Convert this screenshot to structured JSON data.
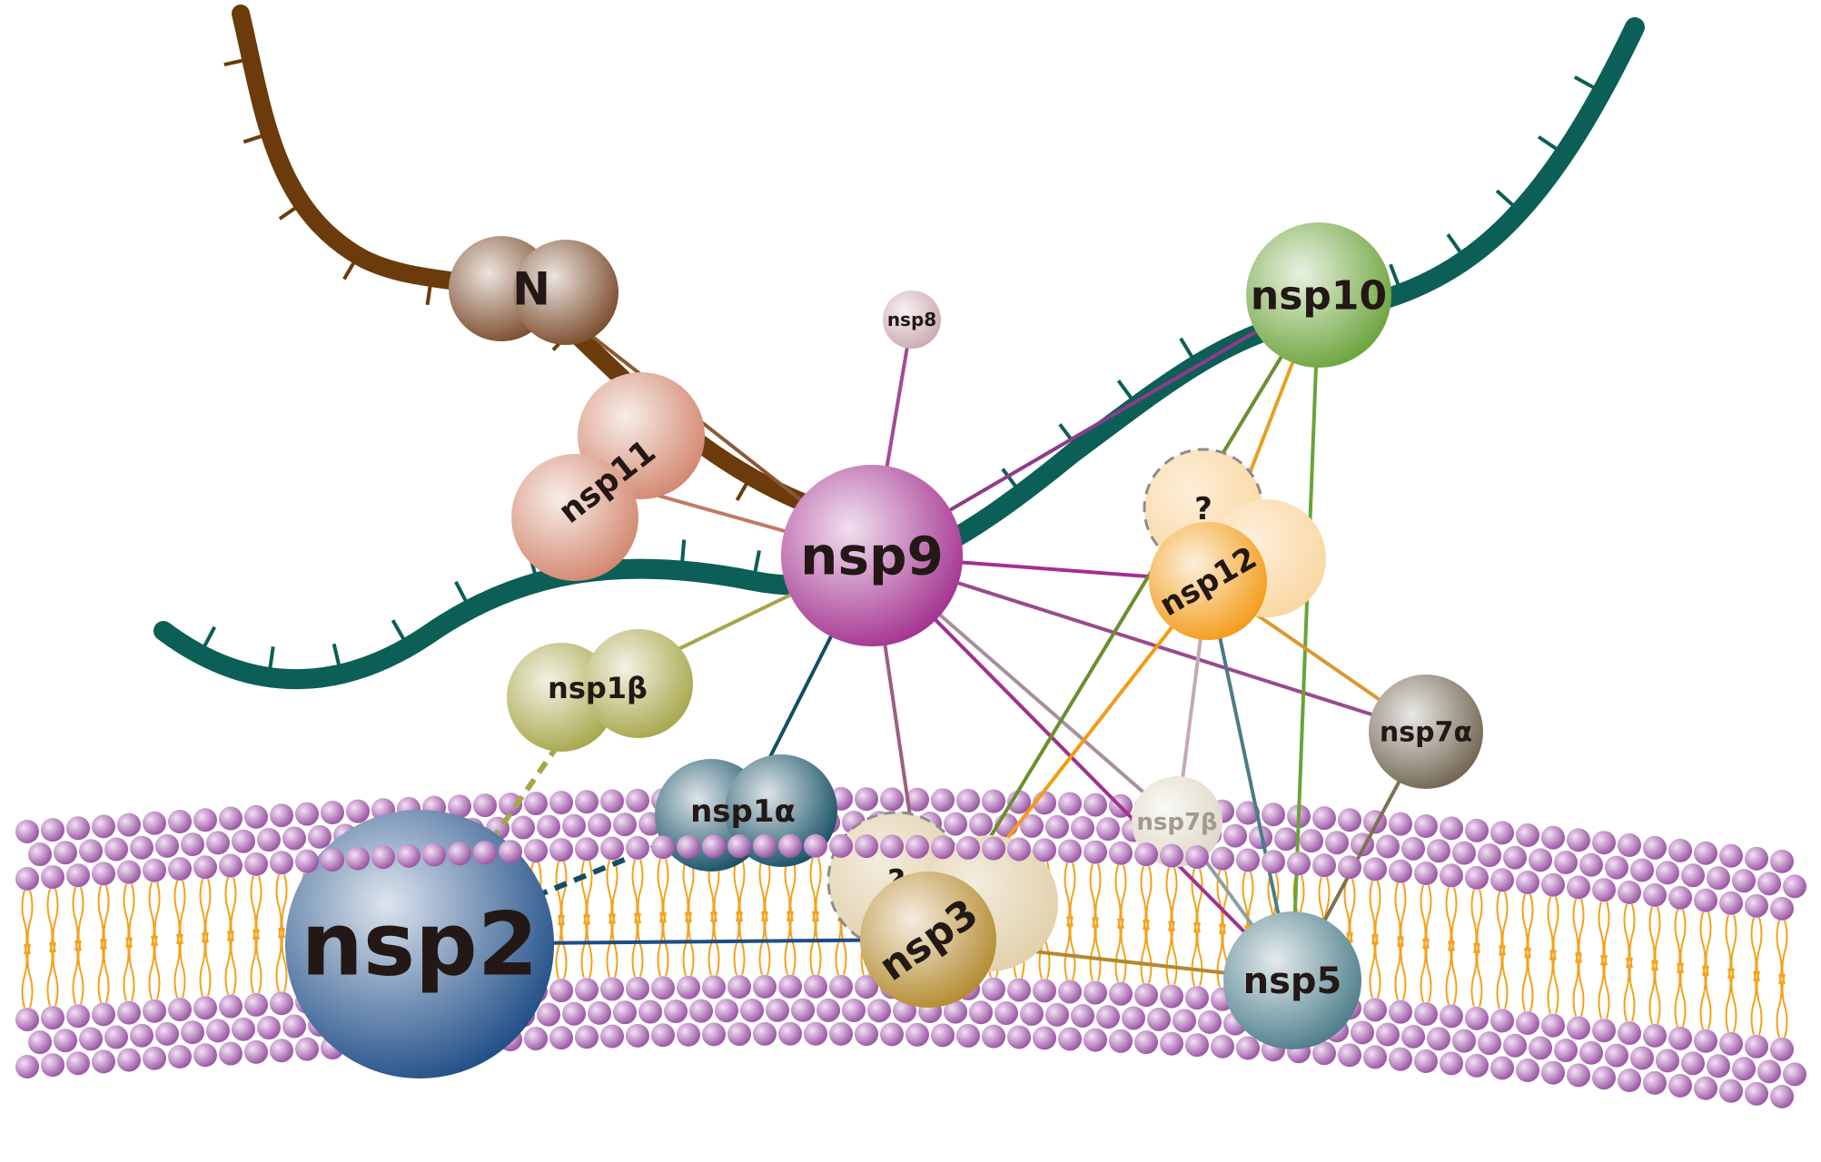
{
  "colors": {
    "rna_green": "#0b5f57",
    "rna_brown": "#6b3b0b",
    "lipid_head": "#b27ab8",
    "lipid_tail": "#f3a21b",
    "text_dark": "#231815",
    "text_light": "#a09a91"
  },
  "proteins": {
    "N": {
      "label": "N",
      "color": "#7a4a2a",
      "shape": "dimer"
    },
    "nsp8": {
      "label": "nsp8",
      "color": "#c9a9b0",
      "shape": "single"
    },
    "nsp10": {
      "label": "nsp10",
      "color": "#6aa33a",
      "shape": "single"
    },
    "nsp11": {
      "label": "nsp11",
      "color": "#d2866d",
      "shape": "dimer"
    },
    "nsp9": {
      "label": "nsp9",
      "color": "#a2308f",
      "shape": "single"
    },
    "nsp12": {
      "label": "nsp12",
      "color": "#f29b16",
      "shape": "multi",
      "unknown_mark": "?"
    },
    "nsp1b": {
      "label": "nsp1β",
      "color": "#a6a64a",
      "shape": "dimer"
    },
    "nsp1a": {
      "label": "nsp1α",
      "color": "#134e63",
      "shape": "dimer"
    },
    "nsp7a": {
      "label": "nsp7α",
      "color": "#6f6350",
      "shape": "single"
    },
    "nsp7b": {
      "label": "nsp7β",
      "color": "#ddd7c6",
      "shape": "single"
    },
    "nsp2": {
      "label": "nsp2",
      "color": "#1e4d86",
      "shape": "single"
    },
    "nsp3": {
      "label": "nsp3",
      "color": "#b3892d",
      "shape": "multi",
      "unknown_mark": "?"
    },
    "nsp5": {
      "label": "nsp5",
      "color": "#4b7c88",
      "shape": "single"
    }
  },
  "interactions": [
    {
      "from": "N",
      "to": "nsp9",
      "color": "#8b5a34",
      "style": "solid"
    },
    {
      "from": "nsp11",
      "to": "nsp9",
      "color": "#c07a66",
      "style": "solid"
    },
    {
      "from": "nsp8",
      "to": "nsp9",
      "color": "#a24a95",
      "style": "solid"
    },
    {
      "from": "nsp10",
      "to": "nsp9",
      "color": "#8e3b8a",
      "style": "solid"
    },
    {
      "from": "nsp12",
      "to": "nsp9",
      "color": "#a2308f",
      "style": "solid"
    },
    {
      "from": "nsp1b",
      "to": "nsp9",
      "color": "#a6a64a",
      "style": "solid"
    },
    {
      "from": "nsp1a",
      "to": "nsp9",
      "color": "#134e63",
      "style": "solid"
    },
    {
      "from": "nsp3",
      "to": "nsp9",
      "color": "#9c5f7f",
      "style": "solid"
    },
    {
      "from": "nsp7b",
      "to": "nsp9",
      "color": "#a88fa0",
      "style": "solid"
    },
    {
      "from": "nsp7a",
      "to": "nsp9",
      "color": "#9a4a8a",
      "style": "solid"
    },
    {
      "from": "nsp5",
      "to": "nsp9",
      "color": "#a2308f",
      "style": "solid"
    },
    {
      "from": "nsp10",
      "to": "nsp12",
      "color": "#e6a020",
      "style": "solid"
    },
    {
      "from": "nsp10",
      "to": "nsp3",
      "color": "#6b8d2f",
      "style": "solid"
    },
    {
      "from": "nsp10",
      "to": "nsp5",
      "color": "#6aa33a",
      "style": "solid"
    },
    {
      "from": "nsp12",
      "to": "nsp7a",
      "color": "#d89a2a",
      "style": "solid"
    },
    {
      "from": "nsp12",
      "to": "nsp7b",
      "color": "#c8a8b0",
      "style": "solid"
    },
    {
      "from": "nsp12",
      "to": "nsp5",
      "color": "#4b7c88",
      "style": "solid"
    },
    {
      "from": "nsp12",
      "to": "nsp3",
      "color": "#f29b16",
      "style": "solid"
    },
    {
      "from": "nsp7a",
      "to": "nsp5",
      "color": "#7f7050",
      "style": "solid"
    },
    {
      "from": "nsp7b",
      "to": "nsp5",
      "color": "#8aa0a0",
      "style": "solid"
    },
    {
      "from": "nsp2",
      "to": "nsp3",
      "color": "#1e4d86",
      "style": "solid"
    },
    {
      "from": "nsp3",
      "to": "nsp5",
      "color": "#b3892d",
      "style": "solid"
    },
    {
      "from": "nsp2",
      "to": "nsp1b",
      "color": "#a6a64a",
      "style": "dashed"
    },
    {
      "from": "nsp2",
      "to": "nsp1a",
      "color": "#134e63",
      "style": "dashed"
    }
  ]
}
